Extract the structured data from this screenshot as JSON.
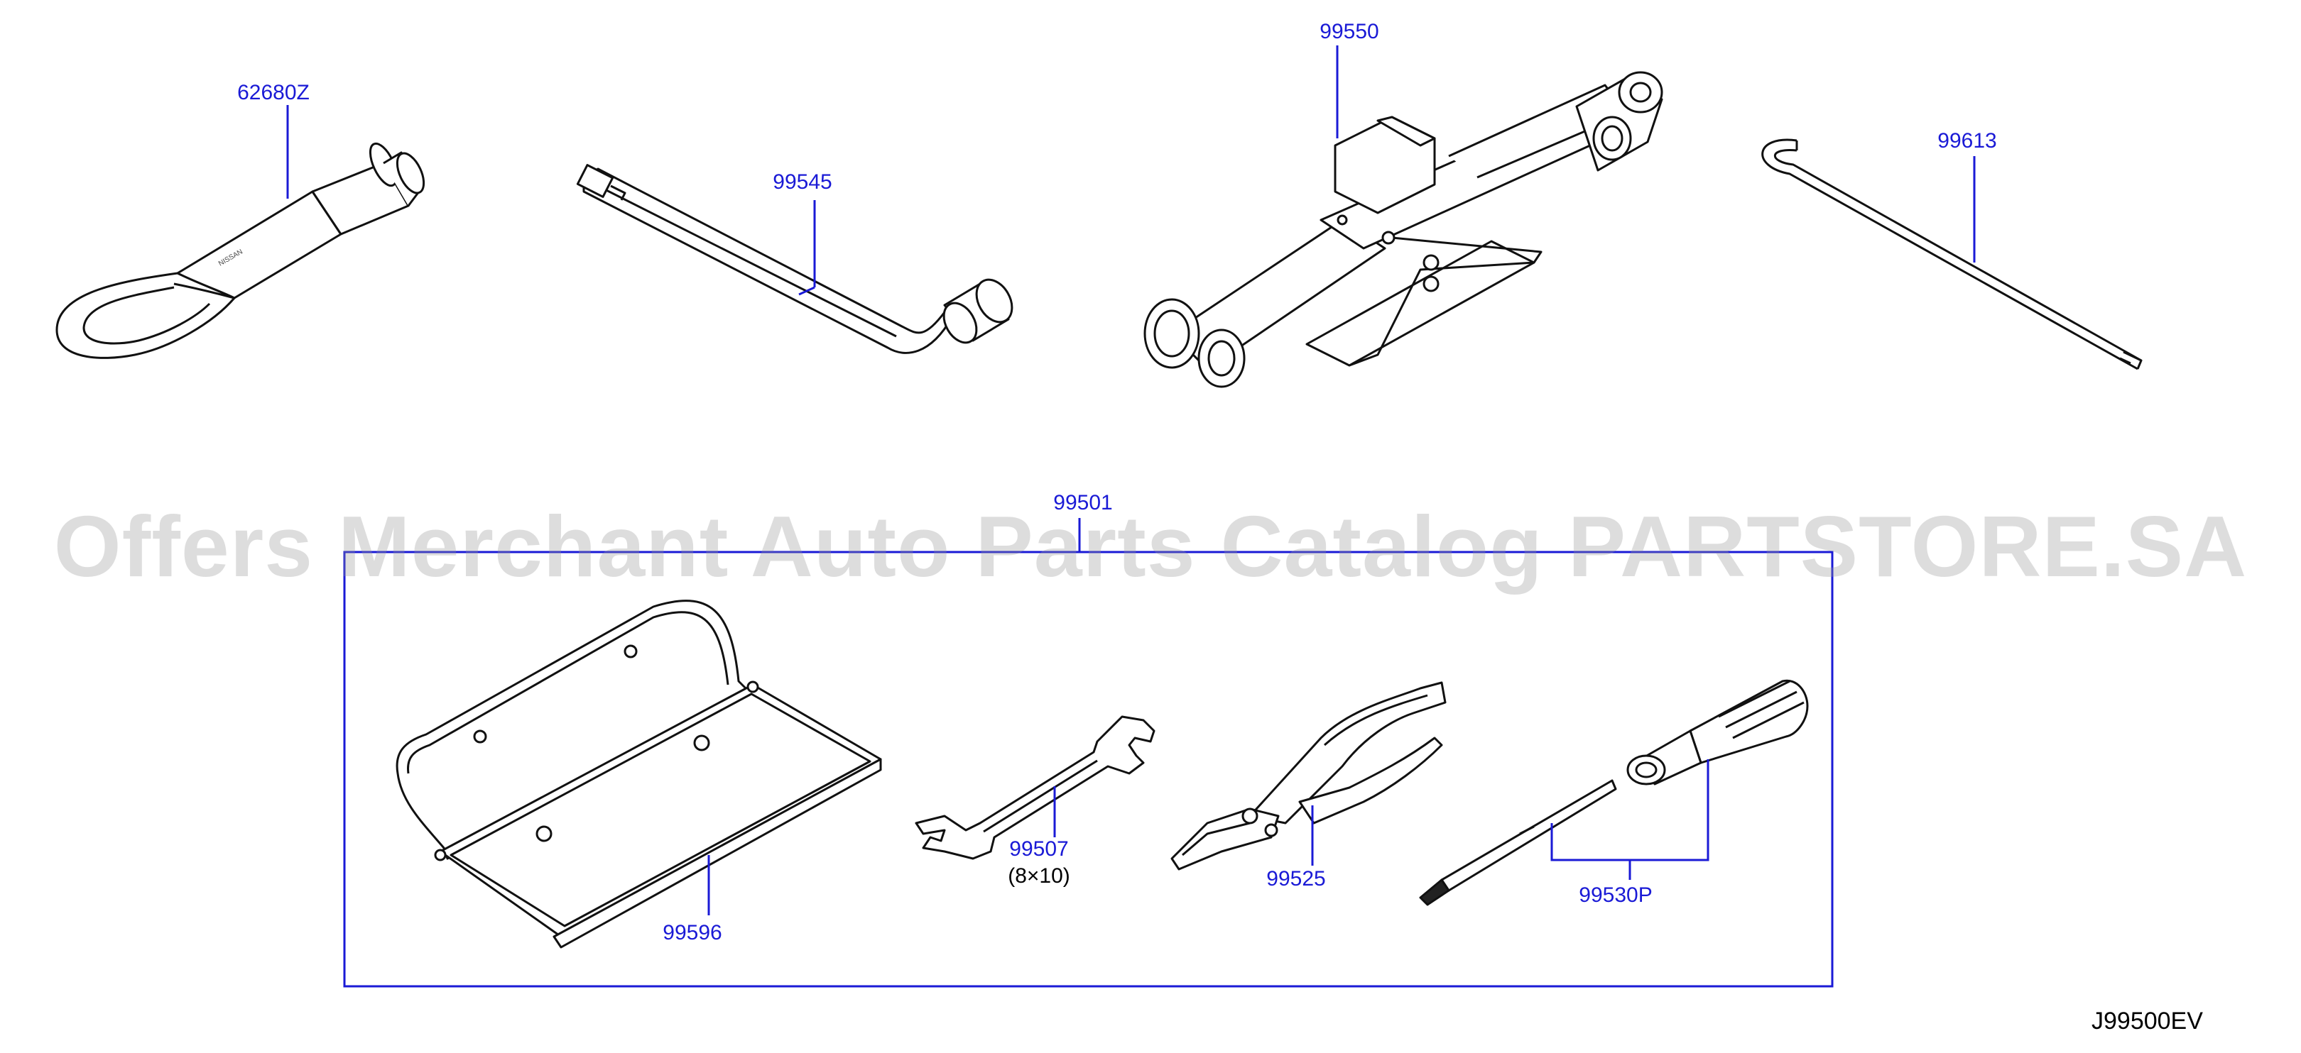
{
  "colors": {
    "label": "#1a1ad6",
    "leader": "#1a1ad6",
    "drawing": "#111111",
    "watermark": "#969696"
  },
  "watermark": "Offers Merchant Auto Parts Catalog PARTSTORE.SA",
  "diagram_id": "J99500EV",
  "parts": {
    "tow_hook": "62680Z",
    "lug_wrench": "99545",
    "jack": "99550",
    "jack_handle_rod": "99613",
    "tool_kit": "99501",
    "tool_bag": "99596",
    "spanner": "99507",
    "spanner_size": "(8×10)",
    "pliers": "99525",
    "screwdriver": "99530P"
  }
}
